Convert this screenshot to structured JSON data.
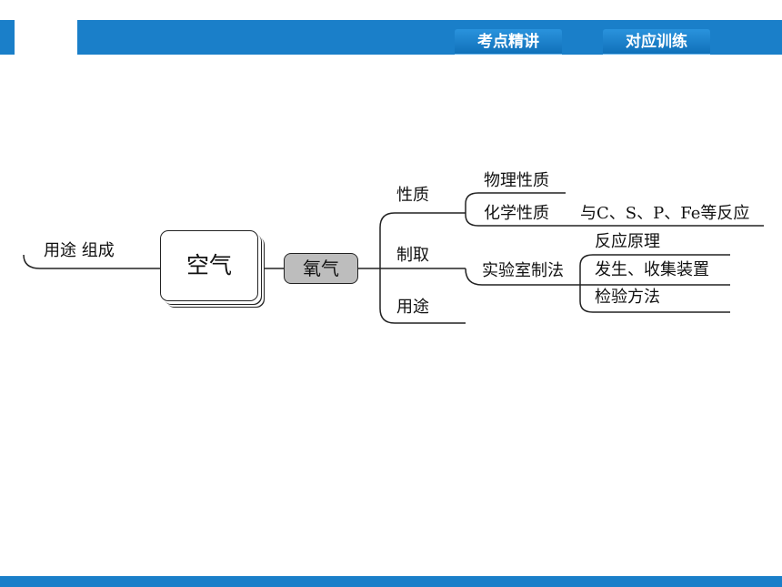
{
  "header": {
    "tabs": [
      {
        "label": "考点精讲"
      },
      {
        "label": "对应训练"
      }
    ]
  },
  "mindmap": {
    "left_branch": "用途  组成",
    "center": "空气",
    "main_topic": "氧气",
    "branches": {
      "properties": "性质",
      "physical": "物理性质",
      "chemical": "化学性质",
      "chemical_detail": "与C、S、P、Fe等反应",
      "preparation": "制取",
      "lab_method": "实验室制法",
      "principle": "反应原理",
      "apparatus": "发生、收集装置",
      "testing": "检验方法",
      "uses": "用途"
    }
  },
  "colors": {
    "accent": "#1a7fc9",
    "oxygen_box": "#bdbdbd"
  }
}
